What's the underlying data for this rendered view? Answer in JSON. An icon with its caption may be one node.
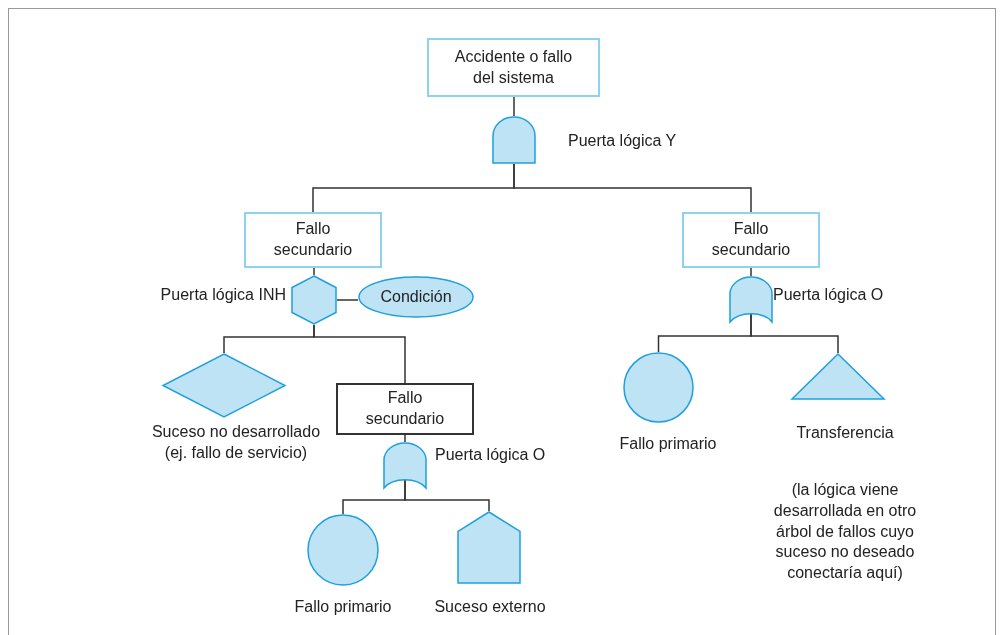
{
  "diagram": {
    "nodes": [
      {
        "text": [
          "Accidente o fallo del sistema"
        ]
      },
      {
        "text": [],
        "shape": "gate",
        "beside": [
          "Puerta lógica Y"
        ]
      },
      {
        "text": [
          "Fallo secundario"
        ]
      },
      {
        "text": [
          "Fallo secundario"
        ]
      },
      {
        "text": [],
        "shape": "hexagon",
        "beside": [
          "Puerta lógica INH"
        ]
      },
      {
        "text": [
          "Condición"
        ]
      },
      {
        "text": [],
        "shape": "diamond",
        "beside": [
          "Suceso no desarrollado (ej. fallo de servicio)"
        ]
      },
      {
        "text": [
          "Fallo secundario"
        ]
      },
      {
        "text": [],
        "shape": "gate",
        "beside": [
          "Puerta lógica O"
        ]
      },
      {
        "text": [],
        "shape": "circle",
        "beside": [
          "Fallo primario"
        ]
      },
      {
        "text": [],
        "shape": "house",
        "beside": [
          "Suceso externo"
        ]
      },
      {
        "text": [],
        "shape": "gate",
        "beside": [
          "Puerta lógica O"
        ]
      },
      {
        "text": [],
        "shape": "circle",
        "beside": [
          "Fallo primario"
        ]
      },
      {
        "text": [],
        "shape": "triangle",
        "beside": [
          "Transferencia",
          "(la lógica viene desarrollada en otro árbol de fallos cuyo suceso no deseado conectaría aquí)"
        ]
      }
    ],
    "edges": [
      {
        "from": 0,
        "to": 1,
        "arrow": "none"
      },
      {
        "from": 1,
        "to": 2,
        "arrow": "none"
      },
      {
        "from": 1,
        "to": 3,
        "arrow": "none"
      },
      {
        "from": 2,
        "to": 4,
        "arrow": "none"
      },
      {
        "from": 4,
        "to": 5,
        "arrow": "none"
      },
      {
        "from": 4,
        "to": 6,
        "arrow": "none"
      },
      {
        "from": 4,
        "to": 7,
        "arrow": "none"
      },
      {
        "from": 7,
        "to": 8,
        "arrow": "none"
      },
      {
        "from": 8,
        "to": 9,
        "arrow": "none"
      },
      {
        "from": 8,
        "to": 10,
        "arrow": "none"
      },
      {
        "from": 3,
        "to": 11,
        "arrow": "none"
      },
      {
        "from": 11,
        "to": 12,
        "arrow": "none"
      },
      {
        "from": 11,
        "to": 13,
        "arrow": "none"
      }
    ]
  }
}
